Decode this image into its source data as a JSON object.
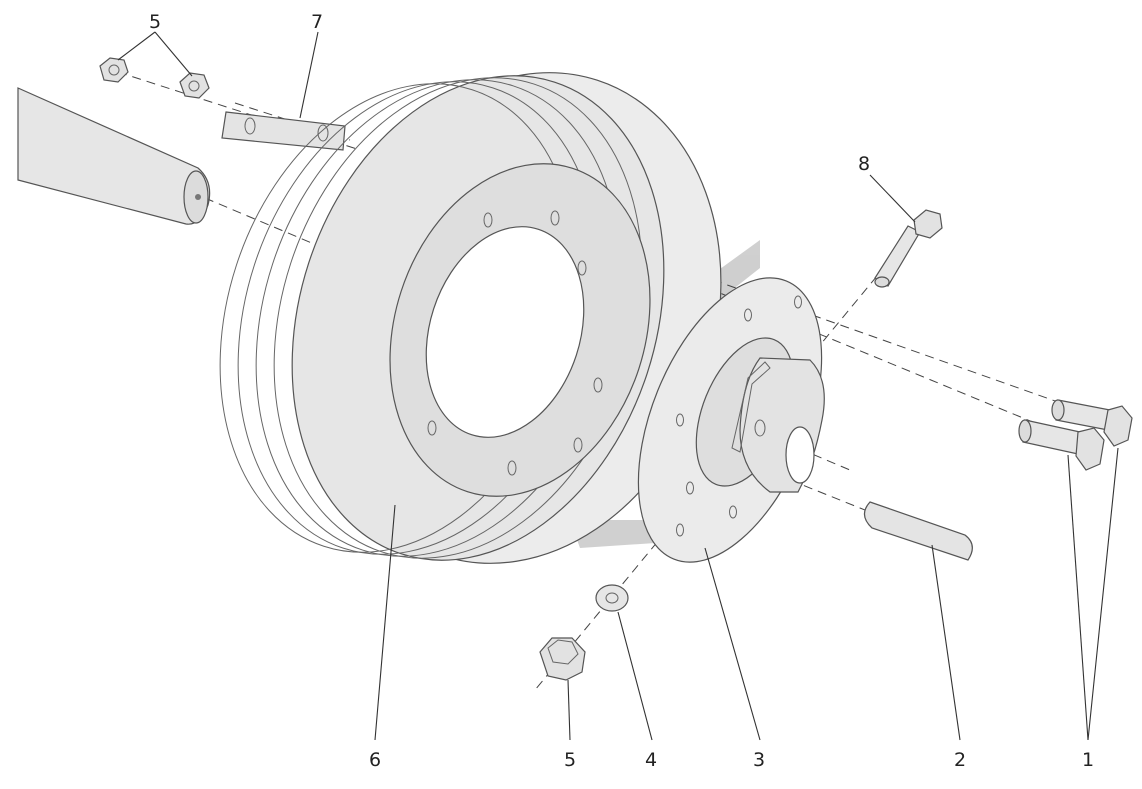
{
  "callouts": {
    "n1": "1",
    "n2": "2",
    "n3": "3",
    "n4": "4",
    "n5_top": "5",
    "n5_bottom": "5",
    "n6": "6",
    "n7": "7",
    "n8": "8"
  },
  "colors": {
    "part_fill": "#e9e9e9",
    "part_shade": "#d3d3d3",
    "outline": "#555555",
    "watermark": "#a9a9a9"
  }
}
